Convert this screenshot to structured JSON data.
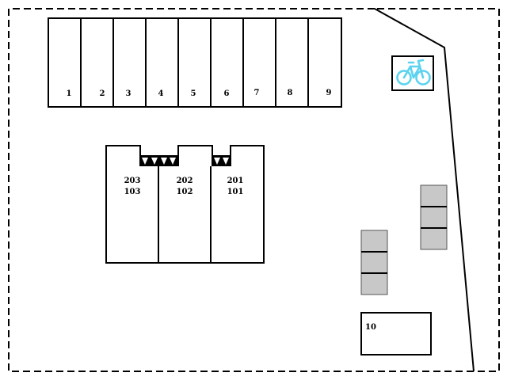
{
  "parking": {
    "labels": [
      "1",
      "2",
      "3",
      "4",
      "5",
      "6",
      "7",
      "8",
      "9"
    ]
  },
  "building": {
    "units": [
      {
        "upper": "203",
        "lower": "103"
      },
      {
        "upper": "202",
        "lower": "102"
      },
      {
        "upper": "201",
        "lower": "101"
      }
    ]
  },
  "extra_space": {
    "label": "10"
  },
  "bicycle_parking": {
    "icon": "bicycle-icon",
    "color": "#5bd3f0"
  },
  "colors": {
    "line": "#000000",
    "storage_fill": "#c8c8c8",
    "background": "#ffffff"
  }
}
